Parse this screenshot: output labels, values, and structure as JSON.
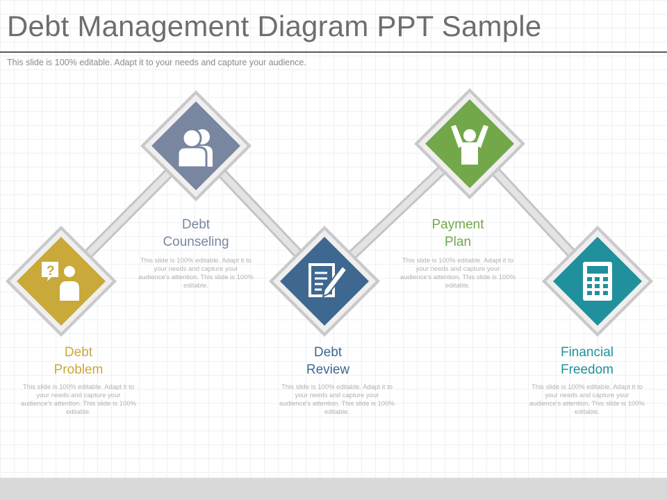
{
  "slide": {
    "title": "Debt Management Diagram PPT Sample",
    "subtitle": "This slide is 100% editable. Adapt it to your needs and capture your audience."
  },
  "steps": [
    {
      "line1": "Debt",
      "line2": "Problem",
      "icon": "question-person-icon",
      "color": "#c9a93a",
      "description": "This slide is 100% editable. Adapt it to your needs and capture your audience's attention. This slide is 100% editable."
    },
    {
      "line1": "Debt",
      "line2": "Counseling",
      "icon": "users-icon",
      "color": "#7986a0",
      "description": "This slide is 100% editable. Adapt it to your needs and capture your audience's attention. This slide is 100% editable."
    },
    {
      "line1": "Debt",
      "line2": "Review",
      "icon": "document-pen-icon",
      "color": "#3f6890",
      "description": "This slide is 100% editable. Adapt it to your needs and capture your audience's attention. This slide is 100% editable."
    },
    {
      "line1": "Payment",
      "line2": "Plan",
      "icon": "celebrating-person-icon",
      "color": "#72a84a",
      "description": "This slide is 100% editable. Adapt it to your needs and capture your audience's attention. This slide is 100% editable."
    },
    {
      "line1": "Financial",
      "line2": "Freedom",
      "icon": "calculator-icon",
      "color": "#20909c",
      "description": "This slide is 100% editable. Adapt it to your needs and capture your audience's attention. This slide is 100% editable."
    }
  ]
}
